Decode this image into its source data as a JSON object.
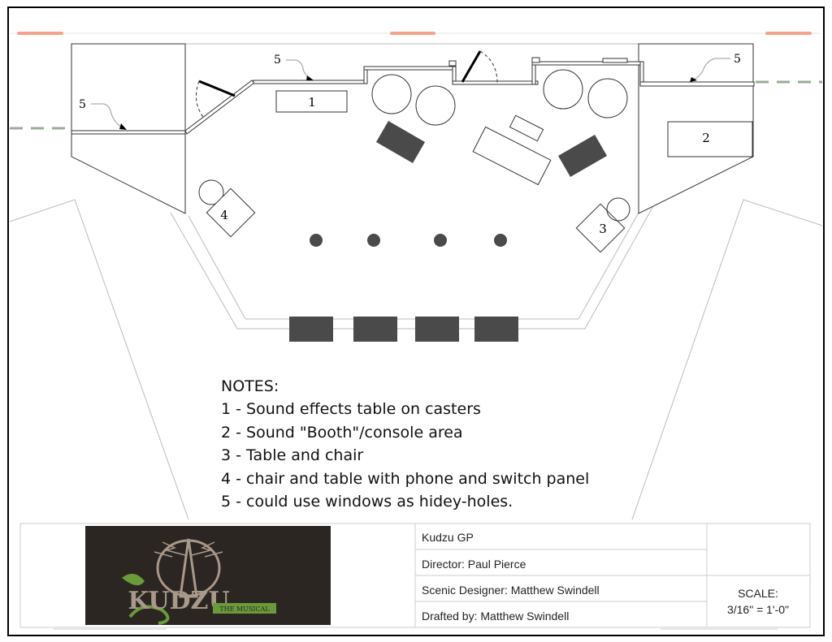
{
  "plan": {
    "labels": {
      "one": "1",
      "two": "2",
      "three": "3",
      "four": "4",
      "five": "5"
    }
  },
  "notes": {
    "heading": "NOTES:",
    "items": [
      "1 - Sound effects table on casters",
      "2 - Sound \"Booth\"/console area",
      "3 - Table and chair",
      "4 - chair and table with phone and switch panel",
      "5 - could use windows as hidey-holes."
    ]
  },
  "title_block": {
    "logo": {
      "title": "KUDZU",
      "subtitle": "THE MUSICAL"
    },
    "project": "Kudzu GP",
    "director": "Director: Paul Pierce",
    "scenic_designer": "Scenic Designer: Matthew Swindell",
    "drafted_by": "Drafted by: Matthew Swindell",
    "scale_label": "SCALE:",
    "scale_value": "3/16\" = 1'-0\""
  },
  "colors": {
    "accent_salmon": "#f4a28e",
    "dashed_green": "#9aab98",
    "fill_dark": "#4a4a4a",
    "logo_bg": "#2b2622",
    "logo_tan": "#a8998a",
    "logo_green": "#6a9a3a"
  }
}
